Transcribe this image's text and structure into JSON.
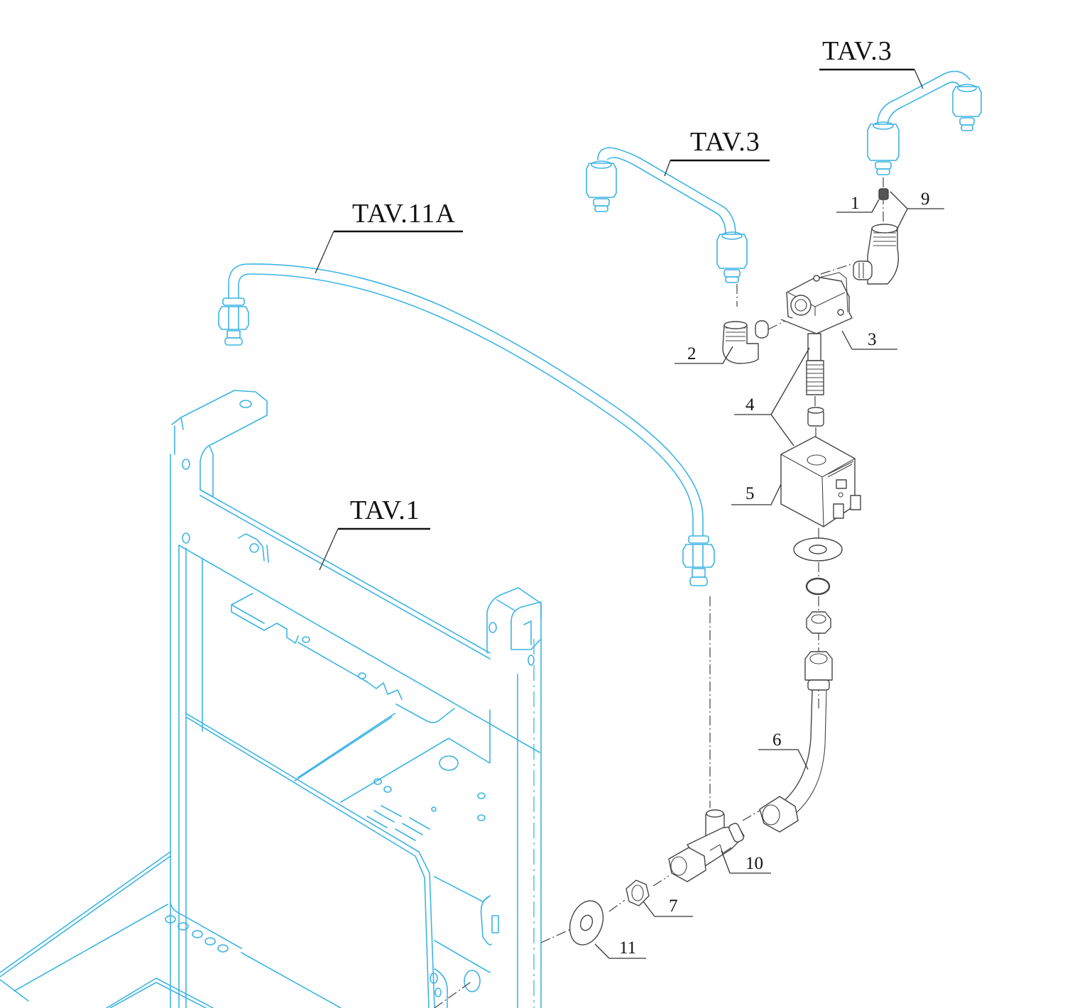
{
  "diagram": {
    "type": "exploded-parts-view",
    "colors": {
      "reference_blue": "#3db4e4",
      "part_ink": "#444444",
      "label_text": "#111111"
    },
    "reference_labels": [
      {
        "id": "tav3-right",
        "text": "TAV.3"
      },
      {
        "id": "tav3-left",
        "text": "TAV.3"
      },
      {
        "id": "tav11a",
        "text": "TAV.11A"
      },
      {
        "id": "tav1",
        "text": "TAV.1"
      }
    ],
    "part_callouts": [
      {
        "id": "p1",
        "text": "1"
      },
      {
        "id": "p9",
        "text": "9"
      },
      {
        "id": "p2",
        "text": "2"
      },
      {
        "id": "p3",
        "text": "3"
      },
      {
        "id": "p4",
        "text": "4"
      },
      {
        "id": "p5",
        "text": "5"
      },
      {
        "id": "p6",
        "text": "6"
      },
      {
        "id": "p10",
        "text": "10"
      },
      {
        "id": "p7",
        "text": "7"
      },
      {
        "id": "p11",
        "text": "11"
      }
    ]
  }
}
